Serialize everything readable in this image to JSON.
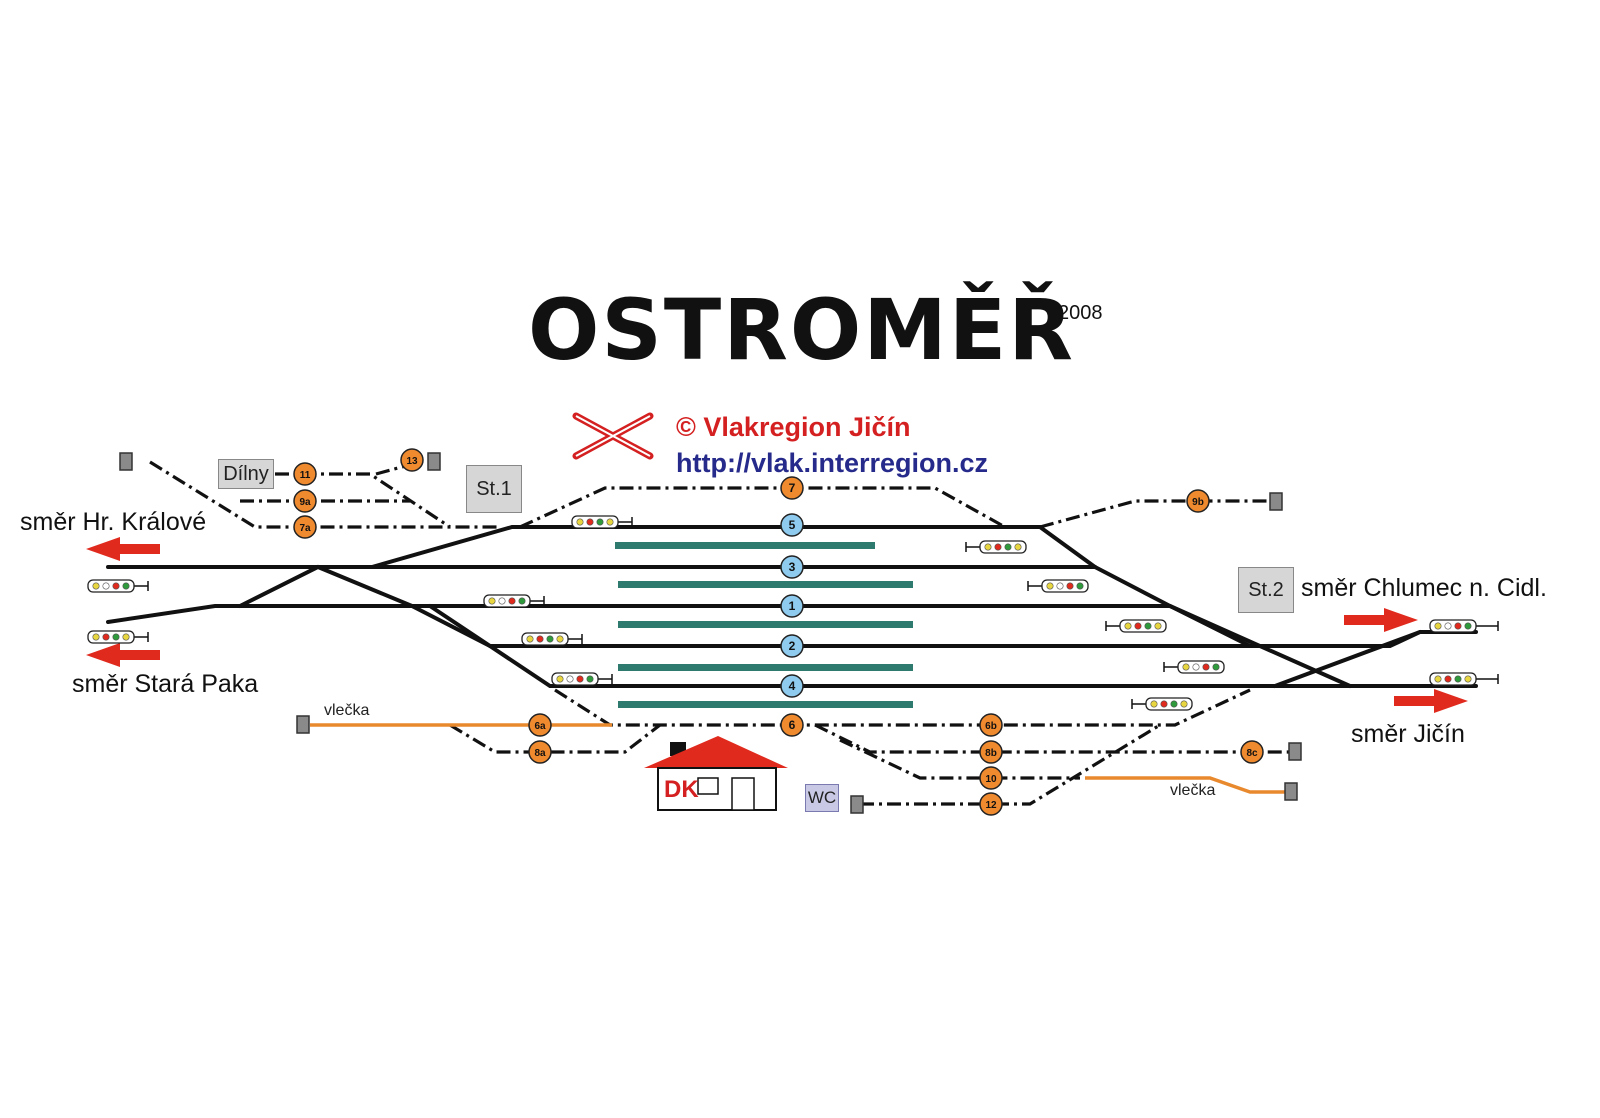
{
  "header": {
    "title": "OSTROMĚŘ",
    "year": "2008",
    "copyright": "© Vlakregion Jičín",
    "url": "http://vlak.interregion.cz"
  },
  "directions": {
    "hradec": "směr Hr. Králové",
    "stara_paka": "směr Stará Paka",
    "chlumec": "směr Chlumec n. Cidl.",
    "jicin": "směr Jičín"
  },
  "buildings": {
    "dilny": "Dílny",
    "st1": "St.1",
    "st2": "St.2",
    "wc": "WC",
    "dk": "DK"
  },
  "labels": {
    "vlecka_left": "vlečka",
    "vlecka_right": "vlečka"
  },
  "tracks": {
    "main": [
      "5",
      "3",
      "1",
      "2",
      "4"
    ],
    "side": [
      "11",
      "9a",
      "7a",
      "13",
      "7",
      "9b",
      "6a",
      "8a",
      "6",
      "6b",
      "8b",
      "8c",
      "10",
      "12"
    ]
  },
  "colors": {
    "main_track_badge": "#8ecbee",
    "side_track_badge": "#f08a2e",
    "platform": "#2f7a6e",
    "arrow": "#e02a1e",
    "siding": "#e8892e",
    "logo": "#d42020",
    "url": "#262a8a"
  }
}
